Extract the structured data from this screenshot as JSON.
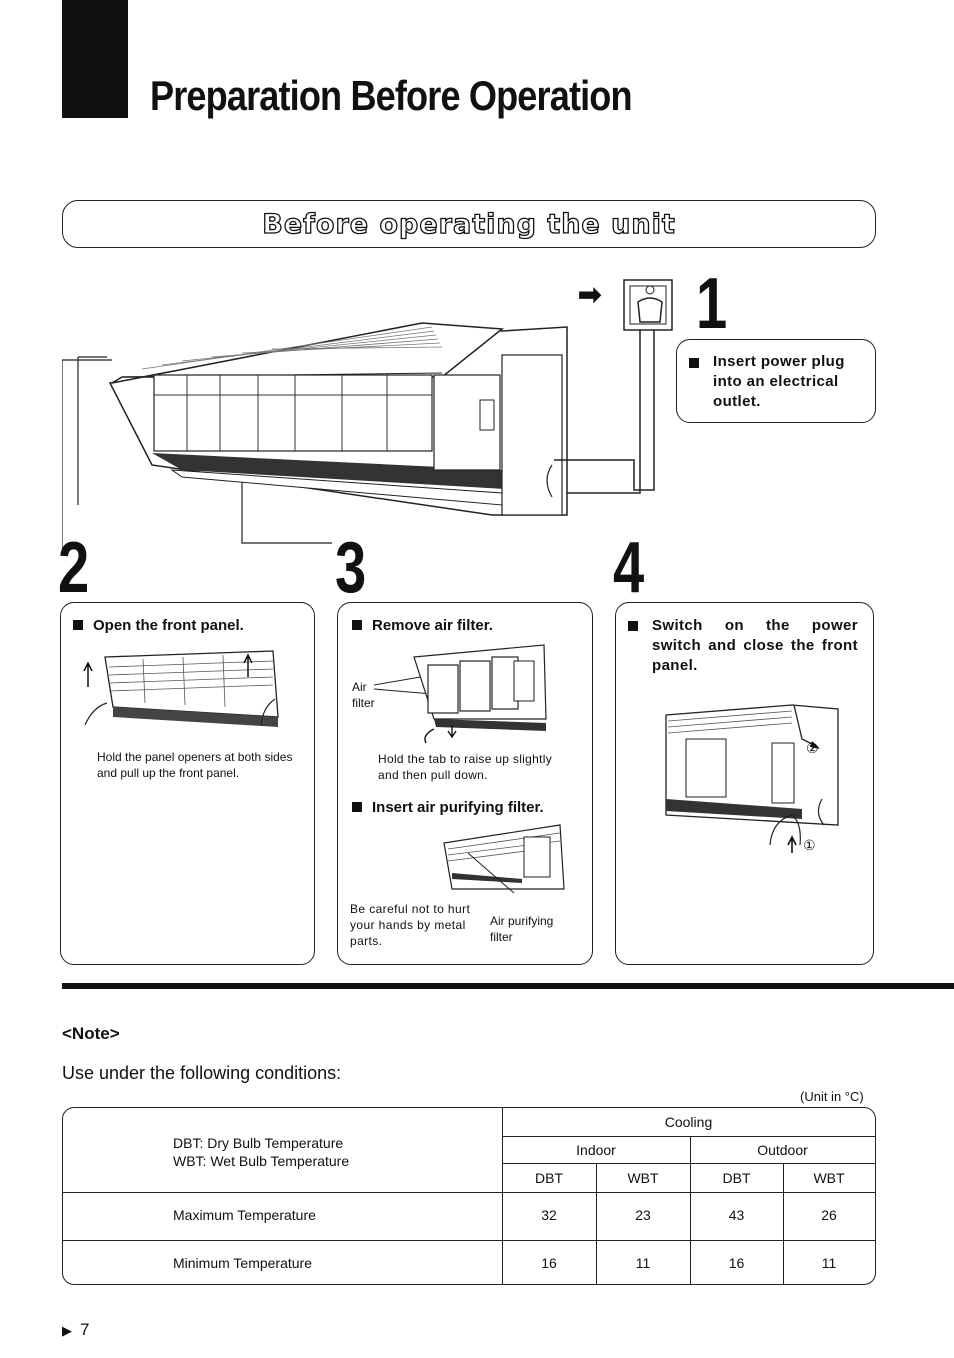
{
  "header": {
    "title": "Preparation Before Operation"
  },
  "section": {
    "title": "Before operating the unit"
  },
  "steps": {
    "step1": {
      "number": "1",
      "text": "Insert power plug into an electrical outlet."
    },
    "step2": {
      "number": "2",
      "heading": "Open the front panel.",
      "caption": "Hold the panel openers at both sides and pull up the front panel."
    },
    "step3": {
      "number": "3",
      "heading": "Remove air filter.",
      "label_air_filter": "Air filter",
      "caption": "Hold the tab to raise up slightly and then pull down.",
      "heading2": "Insert air purifying filter.",
      "caption2": "Be careful not to hurt your hands by metal parts.",
      "label_purifying": "Air purifying filter"
    },
    "step4": {
      "number": "4",
      "heading": "Switch on the power switch and close the front panel.",
      "mark1": "①",
      "mark2": "②"
    }
  },
  "note": {
    "label": "<Note>",
    "text": "Use under the following conditions:",
    "unit": "(Unit in °C)",
    "legend_line1": "DBT: Dry Bulb Temperature",
    "legend_line2": "WBT: Wet Bulb Temperature",
    "cooling": "Cooling",
    "indoor": "Indoor",
    "outdoor": "Outdoor",
    "columns": [
      "DBT",
      "WBT",
      "DBT",
      "WBT"
    ],
    "rows": [
      {
        "label": "Maximum Temperature",
        "values": [
          "32",
          "23",
          "43",
          "26"
        ]
      },
      {
        "label": "Minimum Temperature",
        "values": [
          "16",
          "11",
          "16",
          "11"
        ]
      }
    ]
  },
  "footer": {
    "page_marker": "▶",
    "page_number": "7"
  },
  "icons": {
    "arrow": "arrow-right-icon",
    "outlet": "power-outlet-icon"
  }
}
